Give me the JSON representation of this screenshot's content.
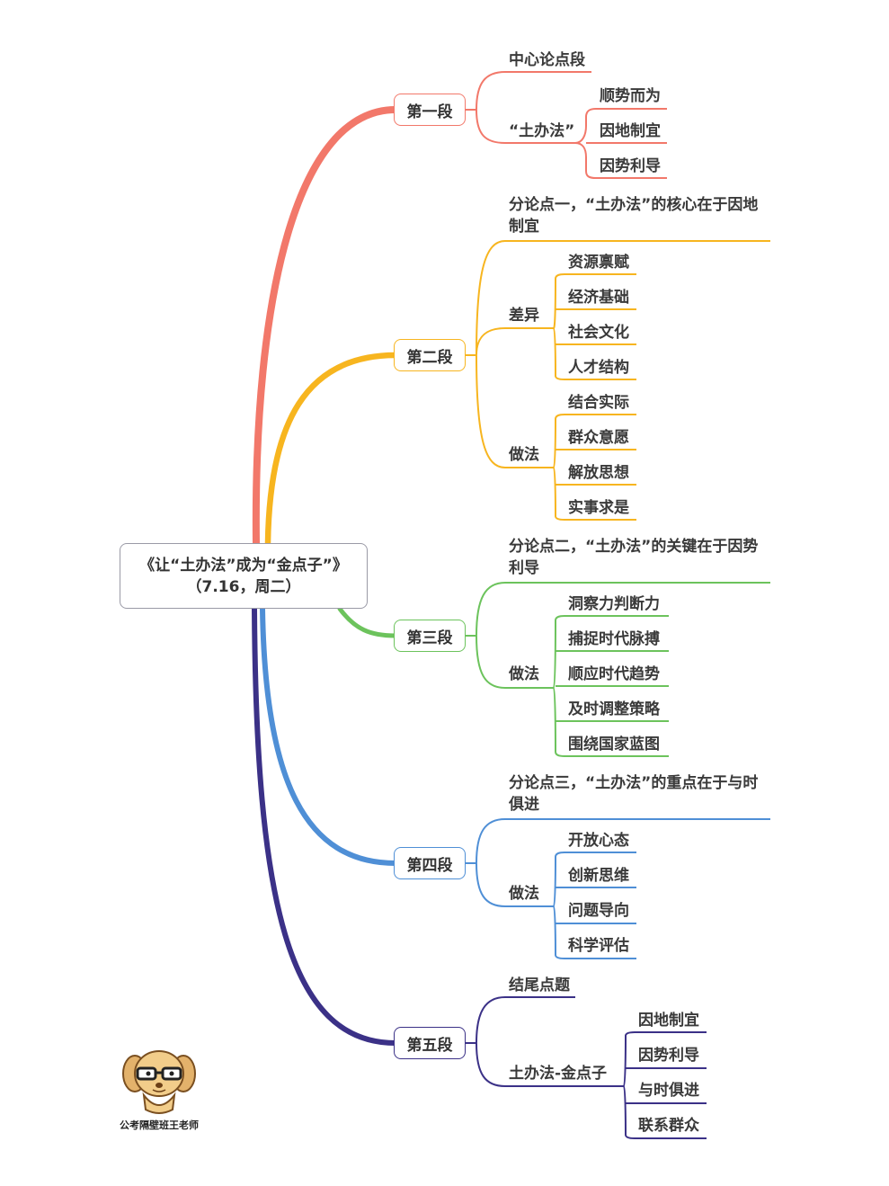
{
  "root": {
    "title": "《让“土办法”成为“金点子”》",
    "subtitle": "（7.16，周二）"
  },
  "colors": {
    "sec1": "#f2786a",
    "sec2": "#f7b51f",
    "sec3": "#6cc35c",
    "sec4": "#4f8fd6",
    "sec5": "#3b3187"
  },
  "sections": [
    {
      "label": "第一段",
      "branches": [
        {
          "label": "中心论点段",
          "items": []
        },
        {
          "label": "“土办法”",
          "items": [
            "顺势而为",
            "因地制宜",
            "因势利导"
          ]
        }
      ]
    },
    {
      "label": "第二段",
      "branches": [
        {
          "label": "分论点一，“土办法”的核心在于因地制宜",
          "items": []
        },
        {
          "label": "差异",
          "items": [
            "资源禀赋",
            "经济基础",
            "社会文化",
            "人才结构"
          ]
        },
        {
          "label": "做法",
          "items": [
            "结合实际",
            "群众意愿",
            "解放思想",
            "实事求是"
          ]
        }
      ]
    },
    {
      "label": "第三段",
      "branches": [
        {
          "label": "分论点二，“土办法”的关键在于因势利导",
          "items": []
        },
        {
          "label": "做法",
          "items": [
            "洞察力判断力",
            "捕捉时代脉搏",
            "顺应时代趋势",
            "及时调整策略",
            "围绕国家蓝图"
          ]
        }
      ]
    },
    {
      "label": "第四段",
      "branches": [
        {
          "label": "分论点三，“土办法”的重点在于与时俱进",
          "items": []
        },
        {
          "label": "做法",
          "items": [
            "开放心态",
            "创新思维",
            "问题导向",
            "科学评估"
          ]
        }
      ]
    },
    {
      "label": "第五段",
      "branches": [
        {
          "label": "结尾点题",
          "items": []
        },
        {
          "label": "土办法-金点子",
          "items": [
            "因地制宜",
            "因势利导",
            "与时俱进",
            "联系群众"
          ]
        }
      ]
    }
  ],
  "brand": "公考隔壁班王老师",
  "mascot_icon": "dog-with-glasses-icon"
}
